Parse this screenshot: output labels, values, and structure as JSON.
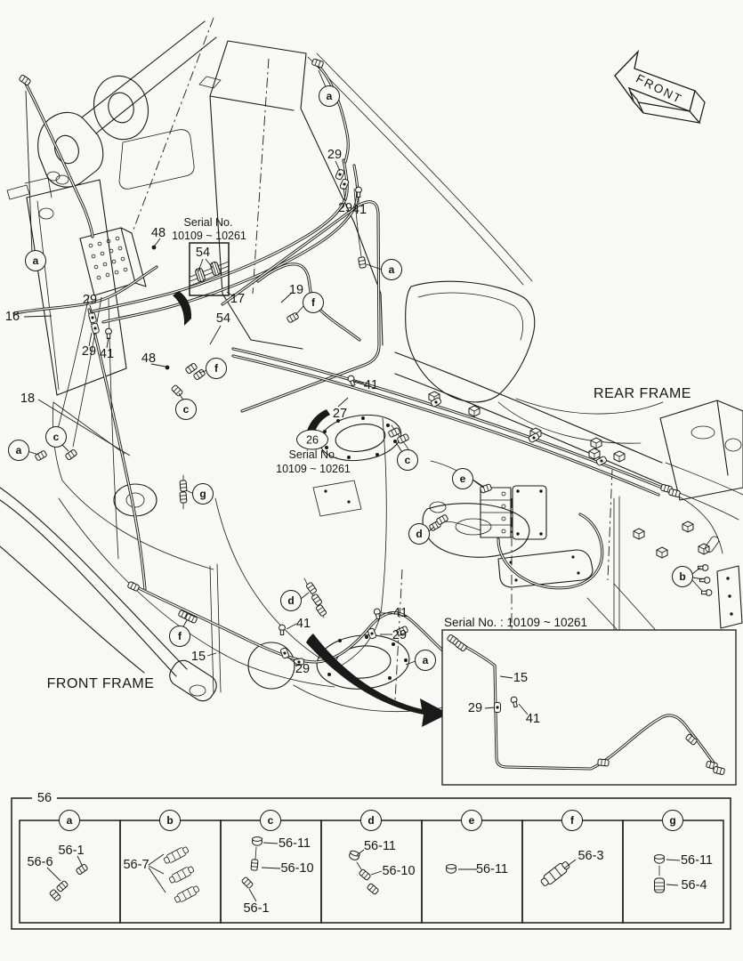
{
  "page_bg": "#f8f8f7",
  "ink": "#1a1a1a",
  "direction_arrow": {
    "label": "FRONT"
  },
  "frame_labels": {
    "front": "FRONT FRAME",
    "rear": "REAR FRAME"
  },
  "serial_note": {
    "prefix": "Serial No.",
    "range": "10109 ~ 10261",
    "inline": "Serial No. : 10109 ~ 10261"
  },
  "callout_numbers": {
    "n15": "15",
    "n16": "16",
    "n17": "17",
    "n18": "18",
    "n19": "19",
    "n26": "26",
    "n27": "27",
    "n29": "29",
    "n41": "41",
    "n48": "48",
    "n54": "54"
  },
  "connector_letters": {
    "a": "a",
    "b": "b",
    "c": "c",
    "d": "d",
    "e": "e",
    "f": "f",
    "g": "g"
  },
  "parts_table": {
    "group_label": "56",
    "columns": [
      {
        "letter": "a",
        "parts": [
          "56-6",
          "56-1"
        ]
      },
      {
        "letter": "b",
        "parts": [
          "56-7"
        ]
      },
      {
        "letter": "c",
        "parts": [
          "56-11",
          "56-10",
          "56-1"
        ]
      },
      {
        "letter": "d",
        "parts": [
          "56-11",
          "56-10"
        ]
      },
      {
        "letter": "e",
        "parts": [
          "56-11"
        ]
      },
      {
        "letter": "f",
        "parts": [
          "56-3"
        ]
      },
      {
        "letter": "g",
        "parts": [
          "56-11",
          "56-4"
        ]
      }
    ]
  }
}
